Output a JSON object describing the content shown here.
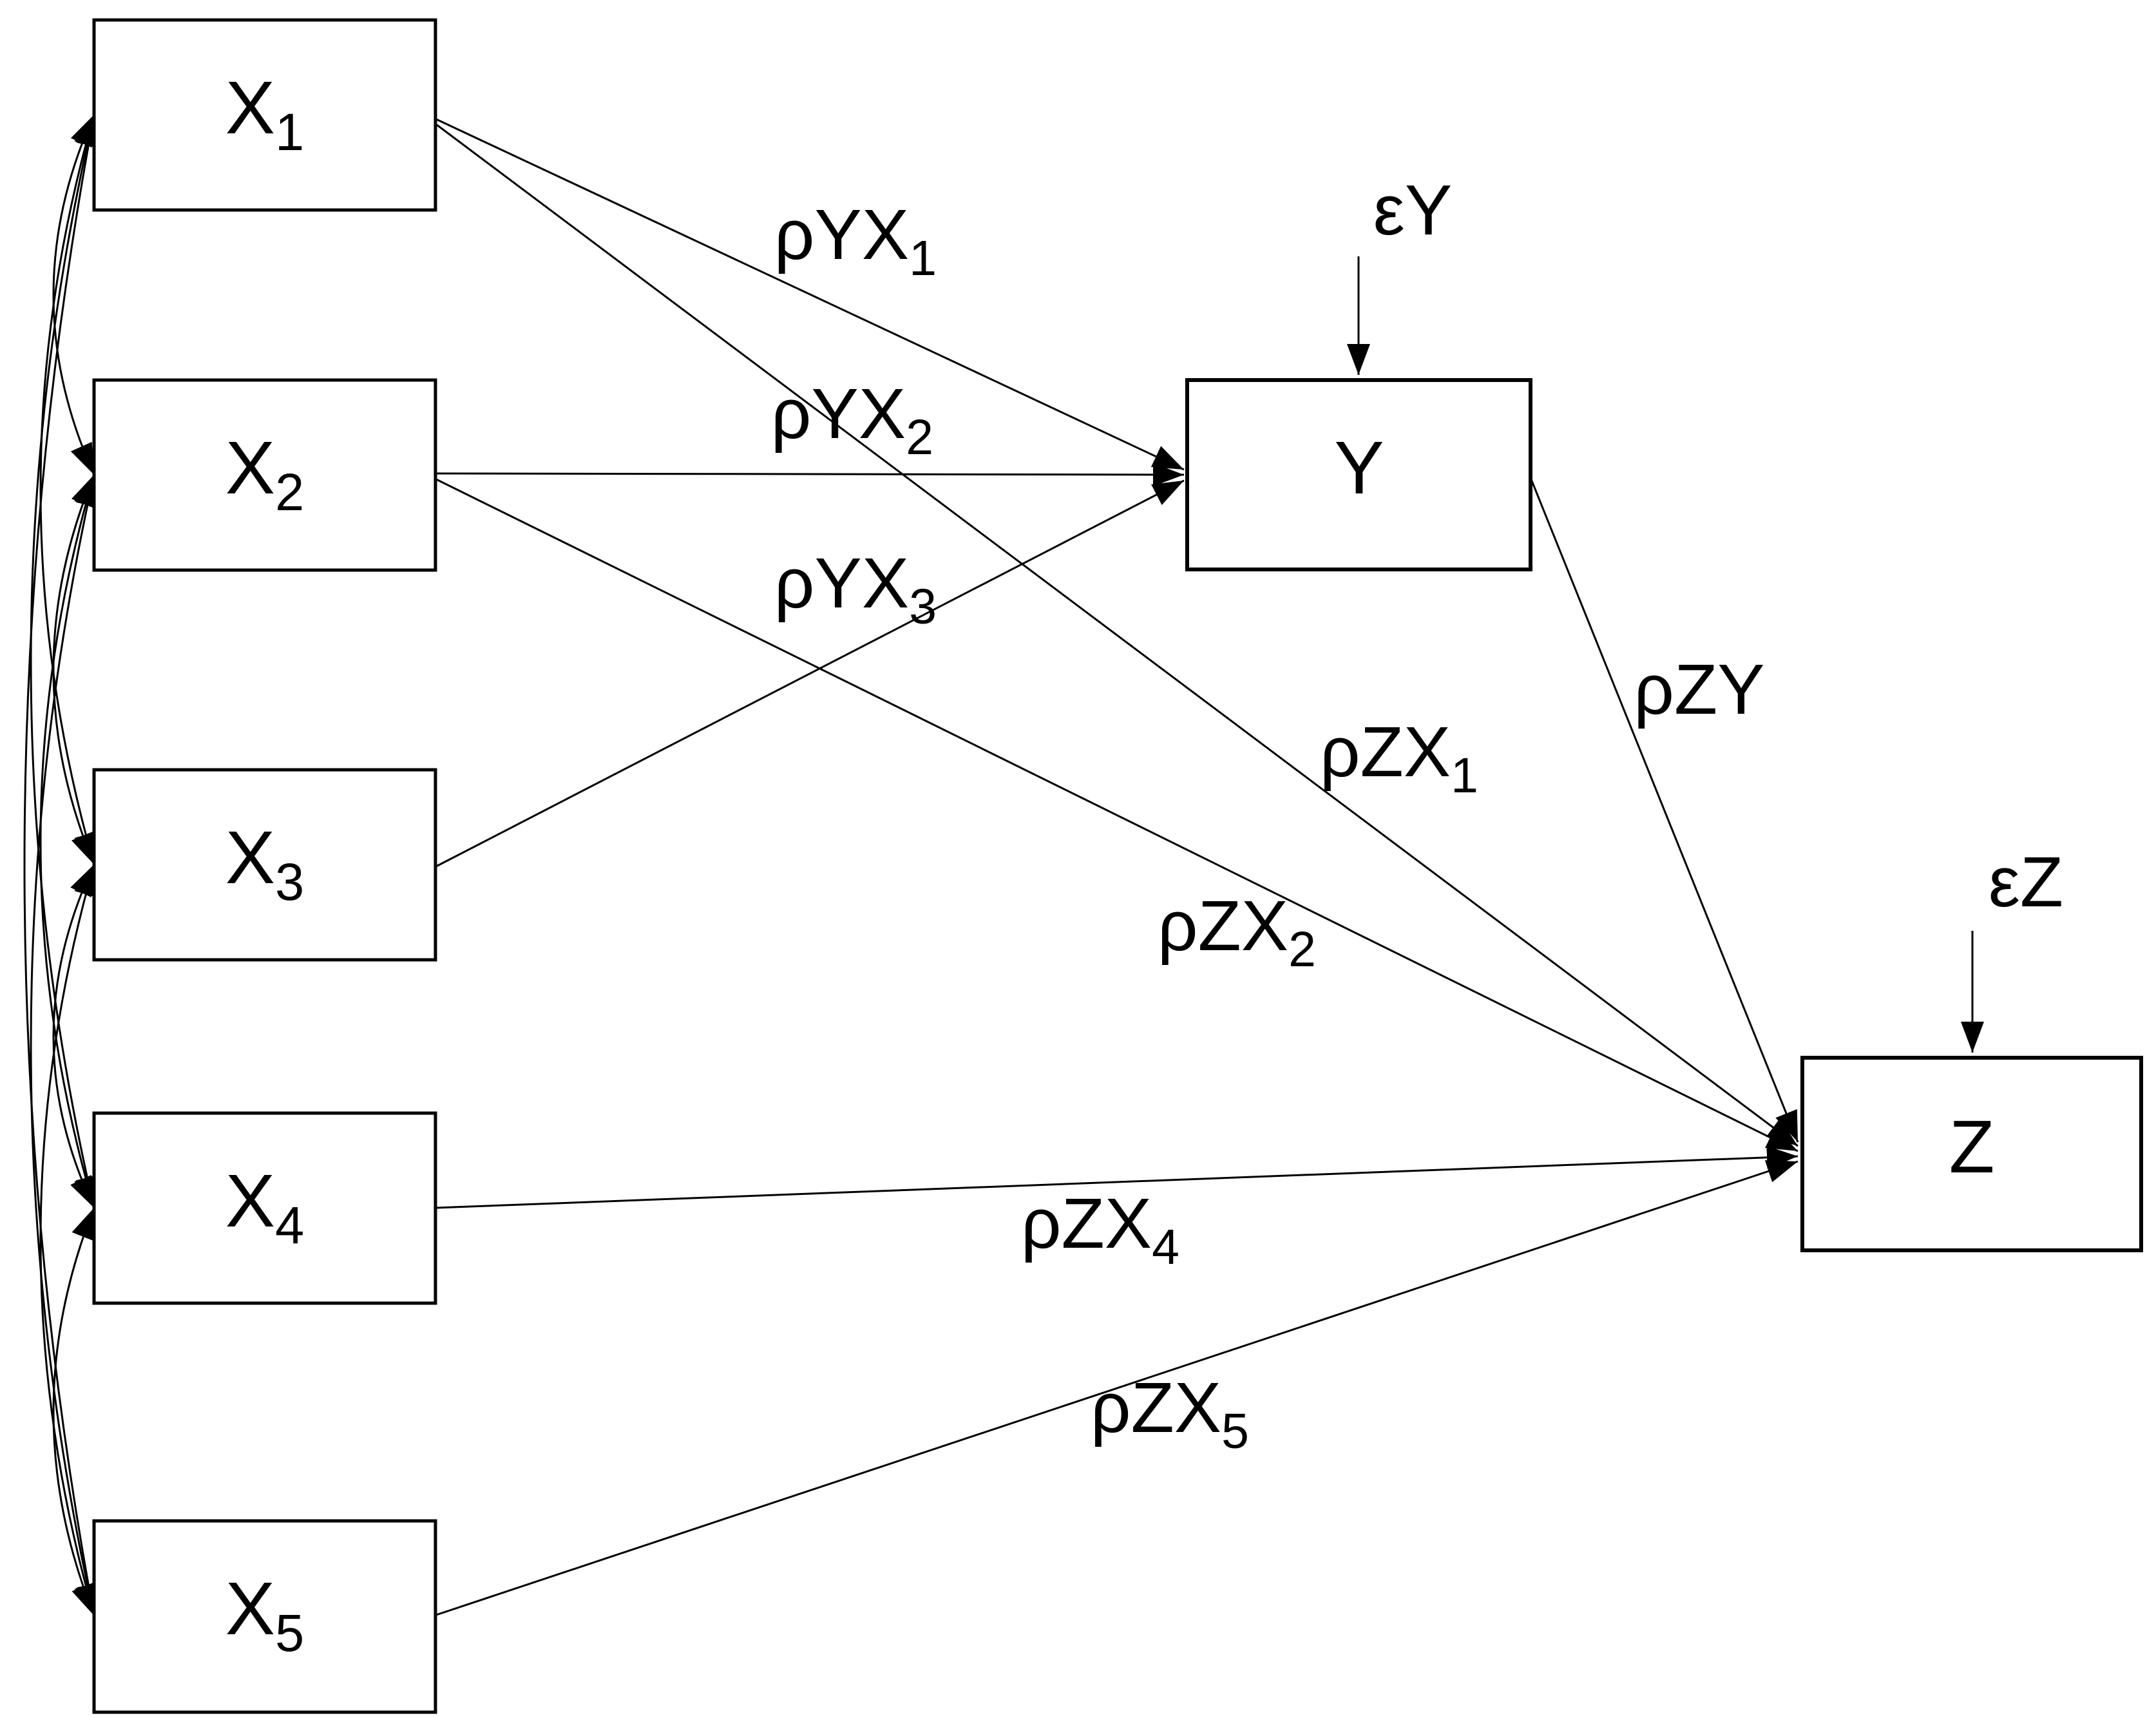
{
  "diagram": {
    "type": "path-analysis-model",
    "colors": {
      "ink": "#000000",
      "background": "#ffffff"
    },
    "nodes": {
      "x1": {
        "base": "X",
        "sub": "1"
      },
      "x2": {
        "base": "X",
        "sub": "2"
      },
      "x3": {
        "base": "X",
        "sub": "3"
      },
      "x4": {
        "base": "X",
        "sub": "4"
      },
      "x5": {
        "base": "X",
        "sub": "5"
      },
      "y": {
        "base": "Y",
        "sub": ""
      },
      "z": {
        "base": "Z",
        "sub": ""
      }
    },
    "path_labels": {
      "pyx1": {
        "base": "ρYX",
        "sub": "1"
      },
      "pyx2": {
        "base": "ρYX",
        "sub": "2"
      },
      "pyx3": {
        "base": "ρYX",
        "sub": "3"
      },
      "pzx1": {
        "base": "ρZX",
        "sub": "1"
      },
      "pzx2": {
        "base": "ρZX",
        "sub": "2"
      },
      "pzx4": {
        "base": "ρZX",
        "sub": "4"
      },
      "pzx5": {
        "base": "ρZX",
        "sub": "5"
      },
      "pzy": {
        "base": "ρZY",
        "sub": ""
      }
    },
    "error_terms": {
      "ey": "εY",
      "ez": "εZ"
    },
    "edges": {
      "regression_paths": [
        {
          "from": "X1",
          "to": "Y",
          "label": "ρYX1"
        },
        {
          "from": "X2",
          "to": "Y",
          "label": "ρYX2"
        },
        {
          "from": "X3",
          "to": "Y",
          "label": "ρYX3"
        },
        {
          "from": "X1",
          "to": "Z",
          "label": "ρZX1"
        },
        {
          "from": "X2",
          "to": "Z",
          "label": "ρZX2"
        },
        {
          "from": "X4",
          "to": "Z",
          "label": "ρZX4"
        },
        {
          "from": "X5",
          "to": "Z",
          "label": "ρZX5"
        },
        {
          "from": "Y",
          "to": "Z",
          "label": "ρZY"
        }
      ],
      "error_paths": [
        {
          "from": "εY",
          "to": "Y"
        },
        {
          "from": "εZ",
          "to": "Z"
        }
      ],
      "covariances": [
        "X1-X2",
        "X1-X3",
        "X1-X4",
        "X1-X5",
        "X2-X3",
        "X2-X4",
        "X2-X5",
        "X3-X4",
        "X3-X5",
        "X4-X5"
      ]
    }
  }
}
